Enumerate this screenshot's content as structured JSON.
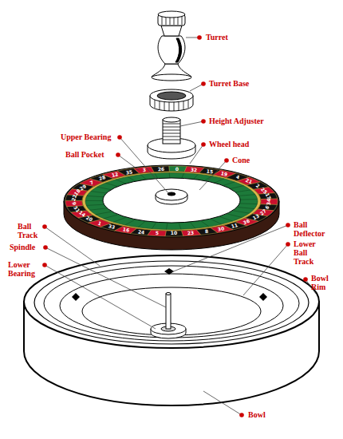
{
  "diagram": {
    "labels": [
      "Turret",
      "Turret Base",
      "Height Adjuster",
      "Wheel head",
      "Cone",
      "Upper Bearing",
      "Ball Pocket",
      "Ball Track",
      "Spindle",
      "Lower Bearing",
      "Ball Deflector",
      "Lower Ball Track",
      "Bowl Rim",
      "Bowl",
      "0",
      "32",
      "15",
      "19",
      "4",
      "21",
      "2",
      "25",
      "17",
      "34",
      "6",
      "27",
      "13",
      "36",
      "11",
      "30",
      "8",
      "23",
      "10",
      "5",
      "24",
      "16",
      "33",
      "1",
      "20",
      "14",
      "31",
      "9",
      "22",
      "18",
      "29",
      "7",
      "28",
      "12",
      "35",
      "3",
      "26"
    ]
  }
}
